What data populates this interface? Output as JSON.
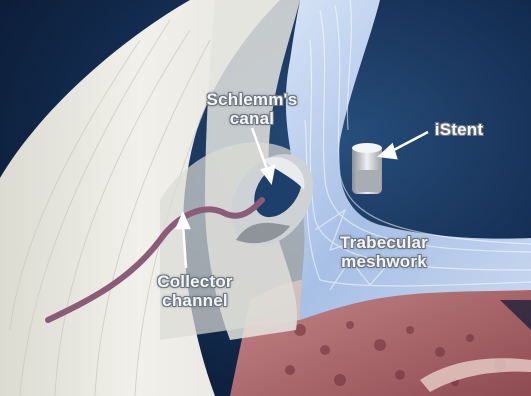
{
  "labels": {
    "schlemm": [
      "Schlemm's",
      "canal"
    ],
    "istent": [
      "iStent"
    ],
    "collector": [
      "Collector",
      "channel"
    ],
    "trabecular": [
      "Trabecular",
      "meshwork"
    ]
  },
  "colors": {
    "background": "#0e2140",
    "sclera": "#ecebe3",
    "meshwork": "#b8cdee",
    "collector_channel": "#8a5c78",
    "tissue": "#a45b5e",
    "stent": "#bfc4c8"
  }
}
